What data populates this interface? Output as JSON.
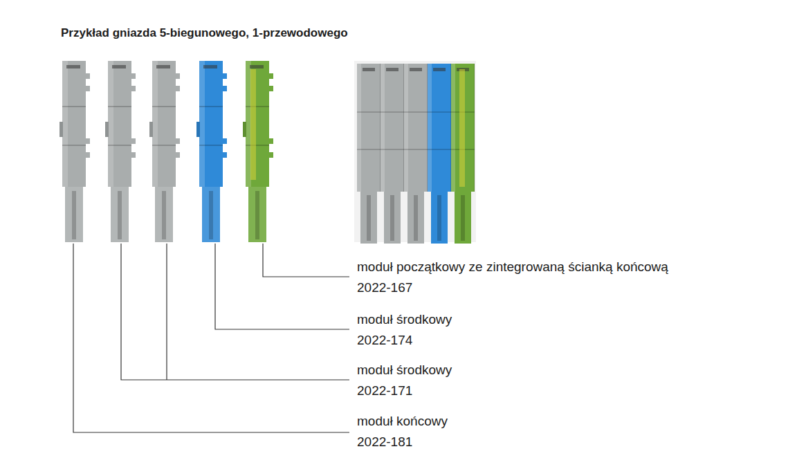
{
  "diagram": {
    "title": "Przykład gniazda 5-biegunowego, 1-przewodowego",
    "labels": [
      "moduł początkowy ze zintegrowaną ścianką końcową",
      "2022-167",
      "moduł środkowy",
      "2022-174",
      "moduł środkowy",
      "2022-171",
      "moduł końcowy",
      "2022-181"
    ]
  }
}
